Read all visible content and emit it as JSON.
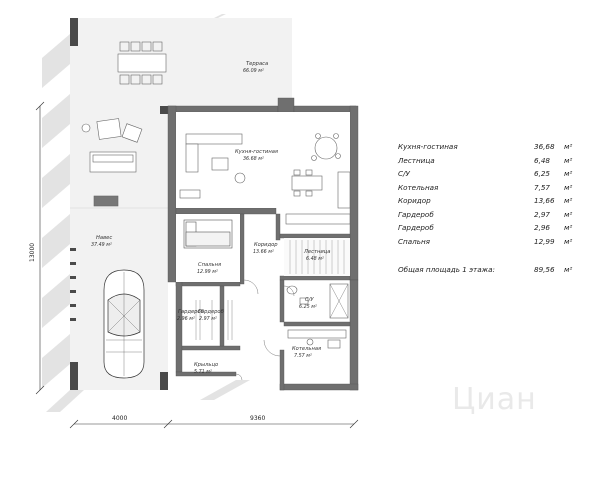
{
  "rooms": {
    "terrace": {
      "name": "Терраса",
      "area": "66.09 м²"
    },
    "kitchen": {
      "name": "Кухня-гостиная",
      "area": "36.68 м²"
    },
    "carport": {
      "name": "Навес",
      "area": "37.49 м²"
    },
    "bedroom": {
      "name": "Спальня",
      "area": "12.99 м²"
    },
    "corridor": {
      "name": "Коридор",
      "area": "13.66 м²"
    },
    "stair": {
      "name": "Лестница",
      "area": "6.48 м²"
    },
    "wardrobe1": {
      "name": "Гардероб",
      "area": "2.96 м²"
    },
    "wardrobe2": {
      "name": "Гардероб",
      "area": "2.97 м²"
    },
    "bathroom": {
      "name": "С/У",
      "area": "6.25 м²"
    },
    "porch": {
      "name": "Крыльцо",
      "area": "5.71 м²"
    },
    "boiler": {
      "name": "Котельная",
      "area": "7.57 м²"
    }
  },
  "dimensions": {
    "left": "13000",
    "bottom_left": "4000",
    "bottom_right": "9360"
  },
  "legend": {
    "unit": "м²",
    "rows": [
      {
        "name": "Кухня-гостиная",
        "value": "36,68"
      },
      {
        "name": "Лестница",
        "value": "6,48"
      },
      {
        "name": "С/У",
        "value": "6,25"
      },
      {
        "name": "Котельная",
        "value": "7,57"
      },
      {
        "name": "Коридор",
        "value": "13,66"
      },
      {
        "name": "Гардероб",
        "value": "2,97"
      },
      {
        "name": "Гардероб",
        "value": "2,96"
      },
      {
        "name": "Спальня",
        "value": "12,99"
      }
    ],
    "total_label": "Общая площадь 1 этажа:",
    "total_value": "89,56"
  },
  "watermark": "Циан"
}
